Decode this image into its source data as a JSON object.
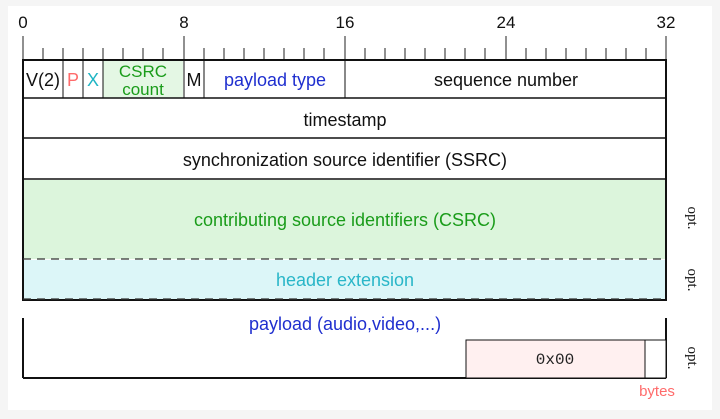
{
  "bit_scale": {
    "ticks": [
      "0",
      "8",
      "16",
      "24",
      "32"
    ]
  },
  "header": {
    "version": "V(2)",
    "padding": "P",
    "extension": "X",
    "csrc_count_line1": "CSRC",
    "csrc_count_line2": "count",
    "marker": "M",
    "payload_type": "payload type",
    "sequence_number": "sequence number"
  },
  "rows": {
    "timestamp": "timestamp",
    "ssrc": "synchronization source identifier (SSRC)",
    "csrc": "contributing source identifiers (CSRC)",
    "header_extension": "header extension",
    "payload": "payload (audio,video,...)",
    "padding_value": "0x00",
    "bytes_label": "bytes"
  },
  "side_labels": {
    "csrc_opt": "opt.",
    "ext_opt": "opt.",
    "padding_opt": "opt."
  },
  "colors": {
    "padding_p": "#ff6b6b",
    "extension_x": "#1fb5c4",
    "csrc_count": "#1a9c1a",
    "payload_type": "#1f2fcf",
    "csrc_fill": "#dcf5dc",
    "csrc_text": "#1a9c1a",
    "ext_fill": "#dcf6f8",
    "ext_text": "#29b6c8",
    "payload_text": "#1f2fcf",
    "pad_fill": "#fff0f0",
    "bytes_text": "#ff6b6b"
  }
}
